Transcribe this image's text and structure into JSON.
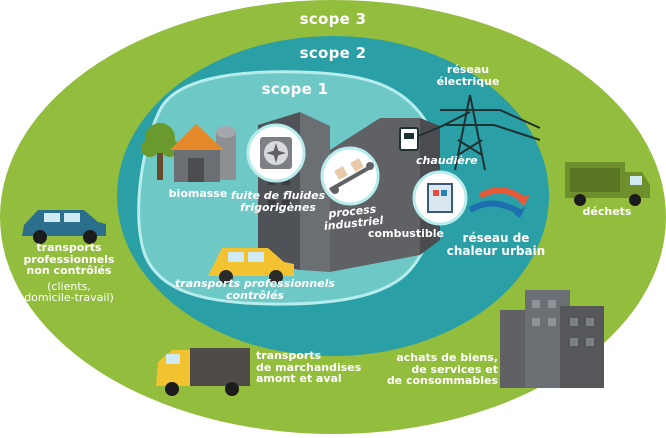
{
  "scopes": {
    "scope3": "scope 3",
    "scope2": "scope 2",
    "scope1": "scope 1"
  },
  "labels": {
    "biomasse": "biomasse",
    "fuite_line1": "fuite de fluides",
    "fuite_line2": "frigorigènes",
    "process_line1": "process",
    "process_line2": "industriel",
    "combustible": "combustible",
    "chaudiere": "chaudière",
    "reseau_elec_line1": "réseau",
    "reseau_elec_line2": "électrique",
    "reseau_chaleur_line1": "réseau de",
    "reseau_chaleur_line2": "chaleur urbain",
    "transports_ctrl_line1": "transports professionnels",
    "transports_ctrl_line2": "contrôlés",
    "transports_nc_line1": "transports",
    "transports_nc_line2": "professionnels",
    "transports_nc_line3": "non contrôlés",
    "transports_nc_line4": "(clients,",
    "transports_nc_line5": "domicile-travail)",
    "dechets": "déchets",
    "marchandises_line1": "transports",
    "marchandises_line2": "de marchandises",
    "marchandises_line3": "amont et aval",
    "achats_line1": "achats de biens,",
    "achats_line2": "de services et",
    "achats_line3": "de consommables"
  },
  "colors": {
    "scope3": "#93bd3c",
    "scope2": "#2a9fa5",
    "scope1": "#6ec9c6",
    "text": "#ffffff",
    "building": "#5f6165",
    "car_yellow": "#f2c230",
    "car_blue": "#2b6f8c",
    "truck_green": "#6f8f2c",
    "truck_yellow": "#f2c230",
    "truck_box": "#4e4b47"
  },
  "icons": [
    "tree-icon",
    "barn-icon",
    "silo-icon",
    "factory-icon",
    "fan-icon",
    "conveyor-icon",
    "meter-icon",
    "pylon-icon",
    "boiler-icon",
    "heat-arrow-icon",
    "car-icon",
    "truck-icon",
    "city-buildings-icon"
  ]
}
